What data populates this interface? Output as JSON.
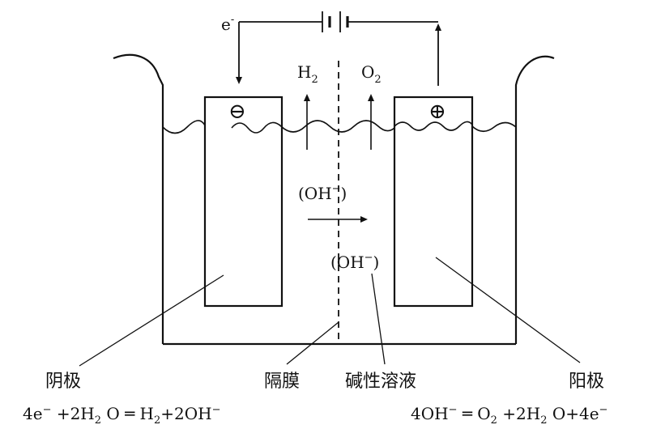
{
  "circuit": {
    "electron": "e",
    "electron_charge": "-"
  },
  "electrodes": {
    "cathode_sign": "⊖",
    "anode_sign": "⊕"
  },
  "gases": {
    "h2": {
      "base": "H",
      "sub": "2"
    },
    "o2": {
      "base": "O",
      "sub": "2"
    }
  },
  "ions": {
    "upper": {
      "base": "(OH",
      "sup": "−",
      "close": ")"
    },
    "lower": {
      "base": "(OH",
      "sup": "−",
      "close": ")"
    }
  },
  "labels": {
    "cathode": "阴极",
    "membrane": "隔膜",
    "solution": "碱性溶液",
    "anode": "阳极"
  },
  "equations": {
    "cathode": {
      "p1": "4e",
      "p1_sup": "−",
      "p2": " +2H",
      "p2_sub": "2",
      "p3": " O  ═  H",
      "p3_sub": "2",
      "p4": "+2OH",
      "p4_sup": "−"
    },
    "anode": {
      "p1": "4OH",
      "p1_sup": "−",
      "p2": " ═ O",
      "p2_sub": "2",
      "p3": " +2H",
      "p3_sub": "2",
      "p4": " O+4e",
      "p4_sup": "−"
    }
  }
}
